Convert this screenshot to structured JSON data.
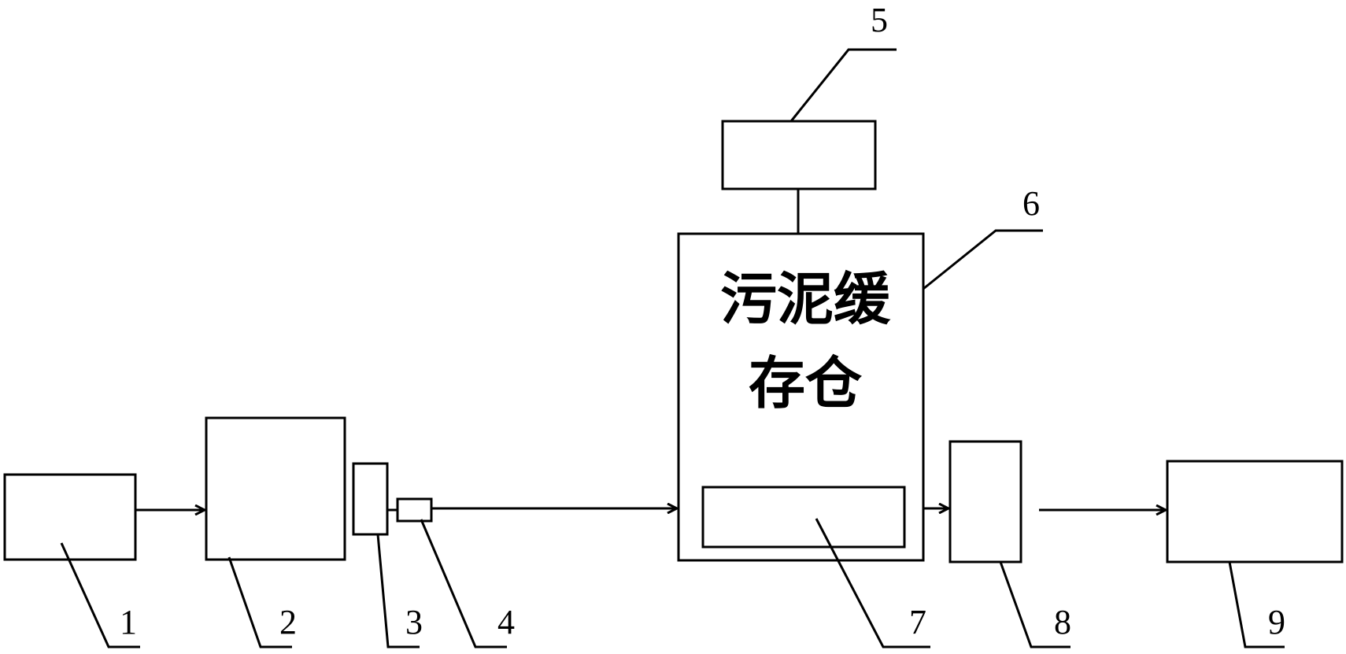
{
  "labels": {
    "n1": "1",
    "n2": "2",
    "n3": "3",
    "n4": "4",
    "n5": "5",
    "n6": "6",
    "n7": "7",
    "n8": "8",
    "n9": "9"
  },
  "storage_text": {
    "line1": "污泥缓",
    "line2": "存仓"
  }
}
